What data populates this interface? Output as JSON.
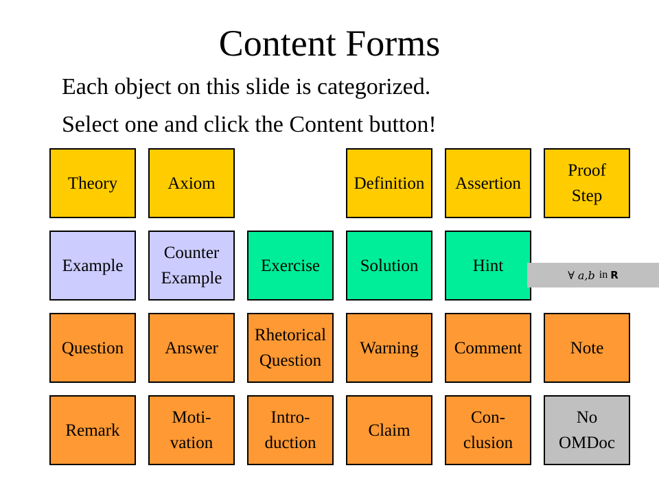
{
  "title": "Content Forms",
  "subtitle_1": "Each object on this slide is categorized.",
  "subtitle_2": "Select one and click the Content button!",
  "colors": {
    "yellow": "#ffcc00",
    "lavender": "#ccccff",
    "green": "#00ee99",
    "orange": "#ff9933",
    "gray": "#c0c0c0"
  },
  "formula": {
    "quantifier": "∀ a,b",
    "in": "in",
    "set": "R"
  },
  "rows": [
    {
      "cells": [
        {
          "label": "Theory",
          "color": "yellow"
        },
        {
          "label": "Axiom",
          "color": "yellow"
        },
        null,
        {
          "label": "Definition",
          "color": "yellow"
        },
        {
          "label": "Assertion",
          "color": "yellow"
        },
        {
          "label": "Proof\nStep",
          "color": "yellow"
        }
      ]
    },
    {
      "cells": [
        {
          "label": "Example",
          "color": "lavender"
        },
        {
          "label": "Counter\nExample",
          "color": "lavender"
        },
        {
          "label": "Exercise",
          "color": "green"
        },
        {
          "label": "Solution",
          "color": "green"
        },
        {
          "label": "Hint",
          "color": "green"
        },
        null
      ]
    },
    {
      "cells": [
        {
          "label": "Question",
          "color": "orange"
        },
        {
          "label": "Answer",
          "color": "orange"
        },
        {
          "label": "Rhetorical\nQuestion",
          "color": "orange"
        },
        {
          "label": "Warning",
          "color": "orange"
        },
        {
          "label": "Comment",
          "color": "orange"
        },
        {
          "label": "Note",
          "color": "orange"
        }
      ]
    },
    {
      "cells": [
        {
          "label": "Remark",
          "color": "orange"
        },
        {
          "label": "Moti-\nvation",
          "color": "orange"
        },
        {
          "label": "Intro-\nduction",
          "color": "orange"
        },
        {
          "label": "Claim",
          "color": "orange"
        },
        {
          "label": "Con-\nclusion",
          "color": "orange"
        },
        {
          "label": "No\nOMDoc",
          "color": "gray"
        }
      ]
    }
  ]
}
